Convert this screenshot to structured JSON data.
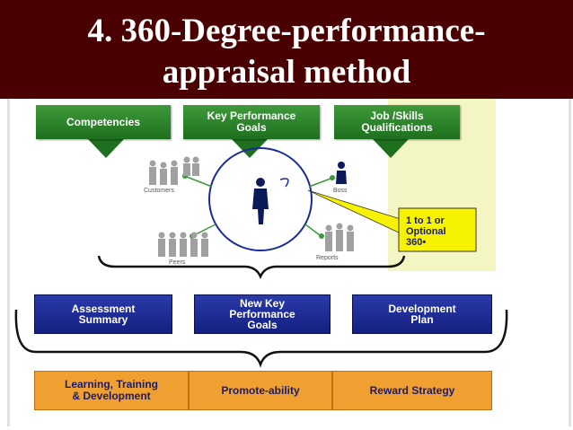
{
  "title": {
    "line1": "4. 360-Degree-performance-",
    "line2": "appraisal method"
  },
  "inputs": [
    {
      "label": "Competencies"
    },
    {
      "label_line1": "Key Performance",
      "label_line2": "Goals"
    },
    {
      "label_line1": "Job /Skills",
      "label_line2": "Qualifications"
    }
  ],
  "raters": {
    "customers": "Customers",
    "boss": "Boss",
    "peers": "Peers",
    "reports": "Reports"
  },
  "callout": {
    "line1": "1 to 1 or",
    "line2": "Optional",
    "line3": "360•"
  },
  "outputs": [
    {
      "line1": "Assessment",
      "line2": "Summary"
    },
    {
      "line1": "New Key",
      "line2": "Performance",
      "line3": "Goals"
    },
    {
      "line1": "Development",
      "line2": "Plan"
    }
  ],
  "actions": [
    {
      "line1": "Learning, Training",
      "line2": "& Development"
    },
    {
      "line1": "Promote-ability"
    },
    {
      "line1": "Reward Strategy"
    }
  ],
  "colors": {
    "title_background": "#4a0000",
    "input_green": "#2e8b2e",
    "output_blue": "#1e2a96",
    "action_orange": "#f0a030",
    "callout_yellow": "#f7f300"
  }
}
